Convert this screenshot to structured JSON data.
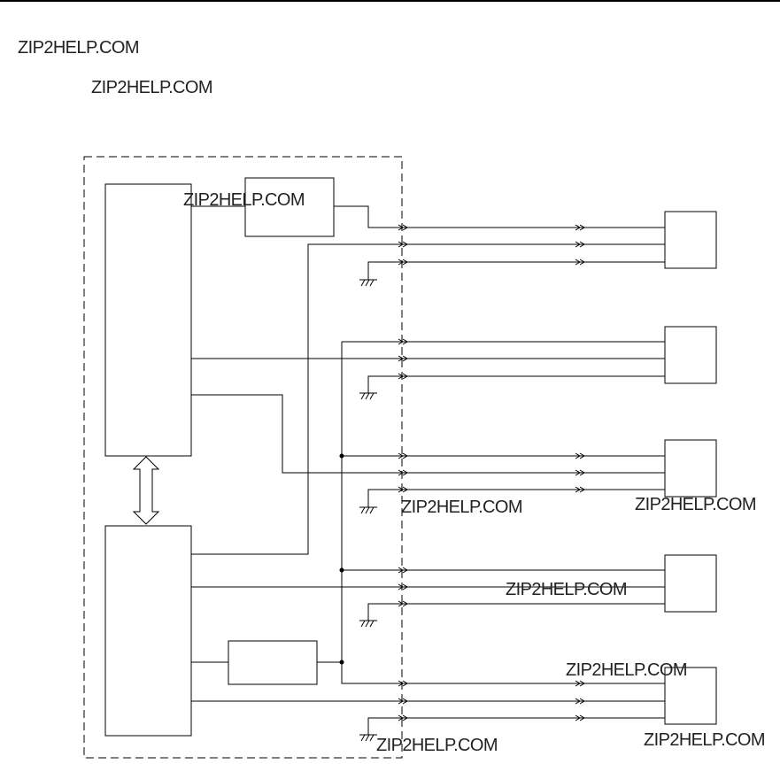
{
  "page": {
    "background": "#ffffff",
    "line_color": "#000000",
    "text_color": "#222222"
  },
  "watermarks": [
    "ZIP2HELP.COM",
    "ZIP2HELP.COM",
    "ZIP2HELP.COM",
    "ZIP2HELP.COM",
    "ZIP2HELP.COM",
    "ZIP2HELP.COM",
    "ZIP2HELP.COM",
    "ZIP2HELP.COM",
    "ZIP2HELP.COM"
  ],
  "diagram": {
    "type": "wiring-schematic",
    "boundary_style": "dashed",
    "internal_units": 2,
    "internal_inline_components": 2,
    "external_devices": 5,
    "wires_per_device": 3,
    "bidirectional_link": "between internal units",
    "ground_symbols": 5,
    "connector_symbol": "double-chevron"
  }
}
